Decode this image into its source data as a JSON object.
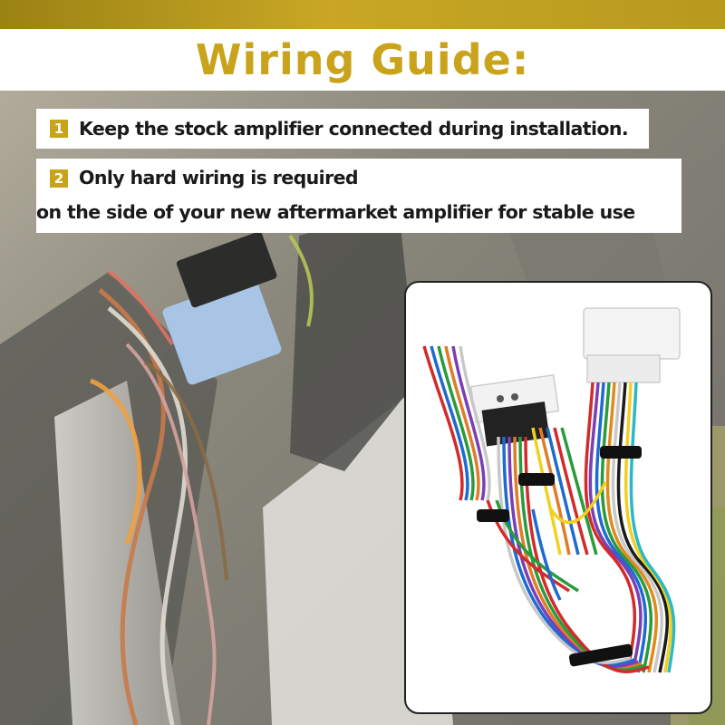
{
  "header": {
    "title": "Wiring Guide:"
  },
  "steps": [
    {
      "number": "1",
      "text": "Keep the stock amplifier connected during installation."
    },
    {
      "number": "2",
      "line1": "Only hard wiring is required",
      "line2": "on the side of your new aftermarket amplifier for stable use"
    }
  ],
  "colors": {
    "accent": "#c9a31c",
    "title_band": "#ffffff",
    "step_text": "#1a1a1a"
  },
  "images": {
    "background": "car-trunk-wiring-photo",
    "product": "wiring-harness-photo"
  }
}
